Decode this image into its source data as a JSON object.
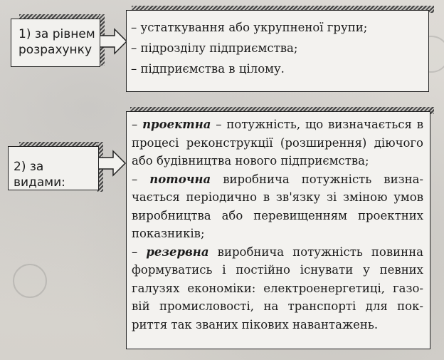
{
  "level_block": {
    "label_lines": [
      "1) за рівнем",
      "розрахунку"
    ],
    "items": [
      "– устаткування або укрупненої групи;",
      "– підрозділу підприємства;",
      "– підприємства в цілому."
    ]
  },
  "types_block": {
    "label": "2) за видами:",
    "entries": [
      {
        "term": "проектна",
        "lines": [
          "– проектна – потужність, що визначається в",
          "процесі реконструкції (розширення) діючого",
          "або будівництва нового підприємства;"
        ]
      },
      {
        "term": "поточна",
        "lines": [
          "– поточна виробнича потужність визна-",
          "чається періодично в зв'язку зі зміною умов",
          "виробництва або перевищенням проектних",
          "показників;"
        ]
      },
      {
        "term": "резервна",
        "lines": [
          "– резервна виробнича потужність повинна",
          "формуватись і постійно існувати у певних",
          "галузях економіки: електроенергетиці, газо-",
          "вій промисловості, на транспорті для пок-",
          "риття так званих пікових навантажень."
        ]
      }
    ]
  },
  "colors": {
    "page_background": "#d9d6d0",
    "box_fill": "#f3f2ef",
    "border": "#222222",
    "hatch": "#444444"
  },
  "icons": [
    "hollow-arrow-right-icon",
    "hatched-shadow"
  ]
}
